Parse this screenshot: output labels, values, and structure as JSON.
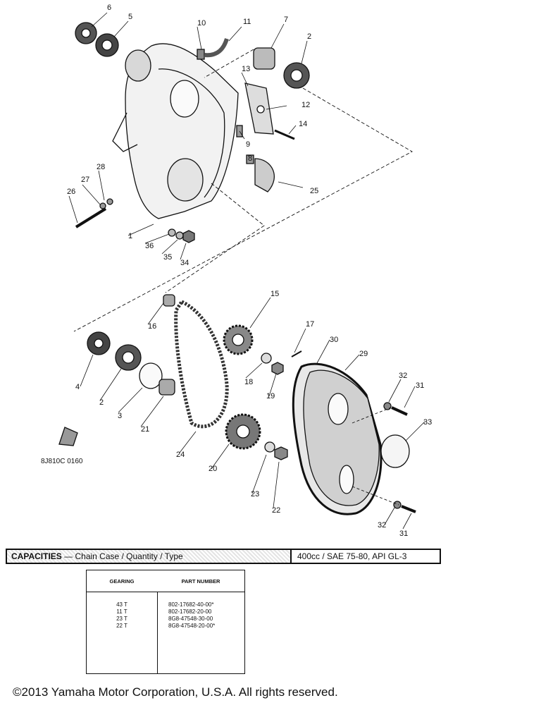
{
  "callouts": [
    "6",
    "5",
    "10",
    "11",
    "7",
    "2",
    "13",
    "12",
    "14",
    "9",
    "8",
    "25",
    "28",
    "27",
    "26",
    "1",
    "36",
    "35",
    "34",
    "15",
    "16",
    "17",
    "4",
    "18",
    "19",
    "30",
    "29",
    "32",
    "31",
    "33",
    "3",
    "21",
    "24",
    "20",
    "23",
    "22"
  ],
  "figure_code": "8J810C 0160",
  "capacities": {
    "label": "CAPACITIES",
    "description": "— Chain Case / Quantity / Type",
    "value": "400cc / SAE 75-80, API GL-3"
  },
  "gearing_table": {
    "headers": [
      "GEARING",
      "PART NUMBER"
    ],
    "rows": [
      {
        "gearing": "43 T",
        "part": "802-17682-40-00*"
      },
      {
        "gearing": "11 T",
        "part": "802-17682-20-00"
      },
      {
        "gearing": "23 T",
        "part": "8G8-47548-30-00"
      },
      {
        "gearing": "22 T",
        "part": "8G8-47548-20-00*"
      }
    ]
  },
  "footer": "©2013 Yamaha Motor Corporation, U.S.A. All rights reserved."
}
